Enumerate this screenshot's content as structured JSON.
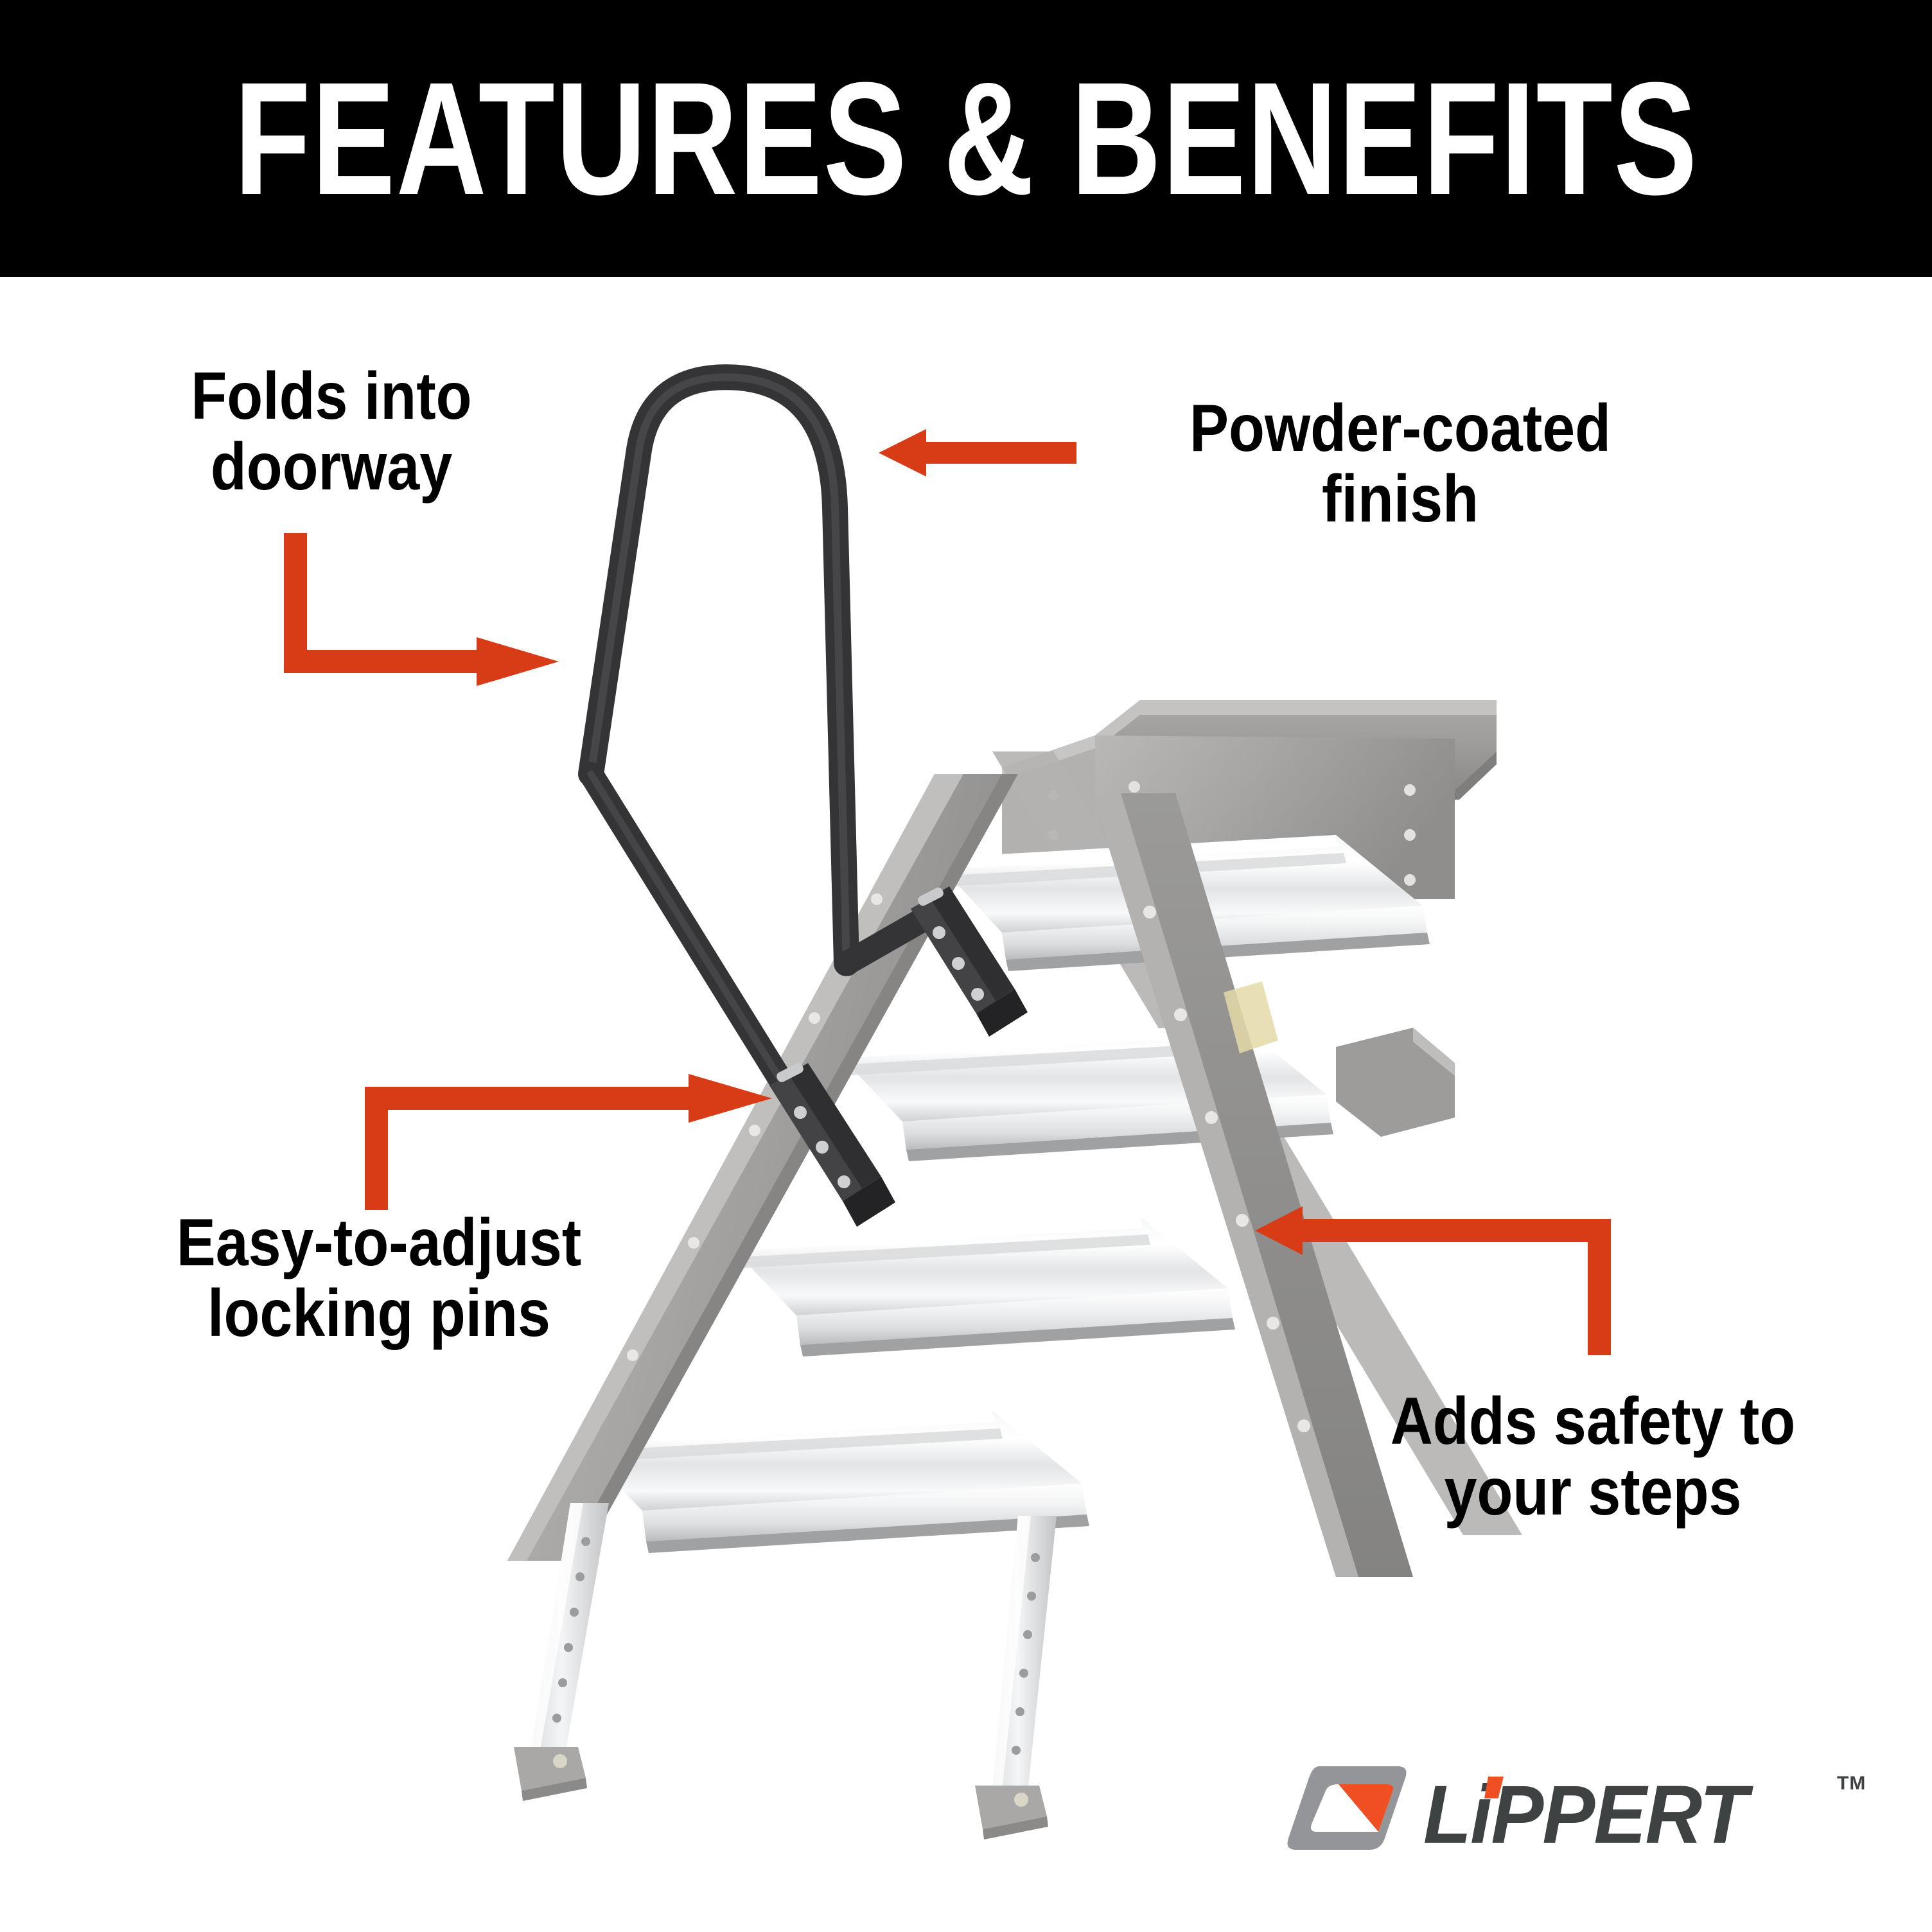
{
  "header": {
    "title": "FEATURES & BENEFITS",
    "background_color": "#000000",
    "text_color": "#ffffff"
  },
  "theme": {
    "accent_color": "#d83c17",
    "page_background": "#ffffff",
    "label_color": "#000000",
    "rail_color": "#3a3a3c",
    "stair_body_color": "#a8a7a5",
    "tread_color": "#e9eaec"
  },
  "callouts": [
    {
      "id": "folds-into-doorway",
      "lines": [
        "Folds into",
        "doorway"
      ],
      "arrow": "elbow-down-right",
      "points_at": "handrail-folding-joint"
    },
    {
      "id": "powder-coated-finish",
      "lines": [
        "Powder-coated",
        "finish"
      ],
      "arrow": "straight-left",
      "points_at": "handrail-top-bend"
    },
    {
      "id": "easy-to-adjust-locking-pins",
      "lines": [
        "Easy-to-adjust",
        "locking pins"
      ],
      "arrow": "elbow-up-right",
      "points_at": "handrail-lower-bracket"
    },
    {
      "id": "adds-safety-to-your-steps",
      "lines": [
        "Adds safety to",
        "your steps"
      ],
      "arrow": "elbow-up-left",
      "points_at": "stair-stringer"
    }
  ],
  "product": {
    "name": "folding-rv-step-handrail",
    "step_count": 4,
    "parts": [
      "powder-coated-handrail",
      "folding-hinge-bracket",
      "locking-pin",
      "aluminum-tread",
      "steel-stringer",
      "adjustable-leg",
      "leg-foot-pad"
    ]
  },
  "logo": {
    "wordmark": "LiPPERT",
    "trademark": "TM",
    "mark_gray": "#939598",
    "mark_orange": "#f04e23",
    "word_color": "#3f4243"
  }
}
